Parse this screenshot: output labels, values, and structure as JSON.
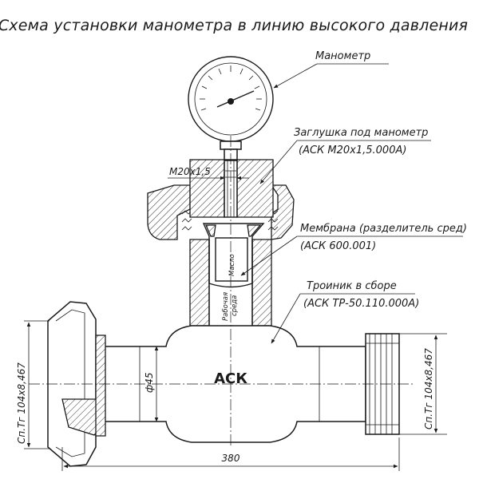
{
  "title": "Схема установки манометра в линию высокого давления",
  "callouts": {
    "manometer": "Манометр",
    "plug_line1": "Заглушка под манометр",
    "plug_line2": "(АСК М20х1,5.000А)",
    "membrane_line1": "Мембрана (разделитель сред)",
    "membrane_line2": "(АСК 600.001)",
    "tee_line1": "Троиник в сборе",
    "tee_line2": "(АСК ТР-50.110.000А)"
  },
  "labels": {
    "thread_m20": "М20х1,5",
    "oil": "Масло",
    "medium_line1": "Рабочая",
    "medium_line2": "среда",
    "brand": "АСК"
  },
  "dimensions": {
    "diameter": "ф45",
    "length": "380",
    "thread_left": "Сп.Тг 104х8,467",
    "thread_right": "Сп.Тг 104х8,467"
  }
}
